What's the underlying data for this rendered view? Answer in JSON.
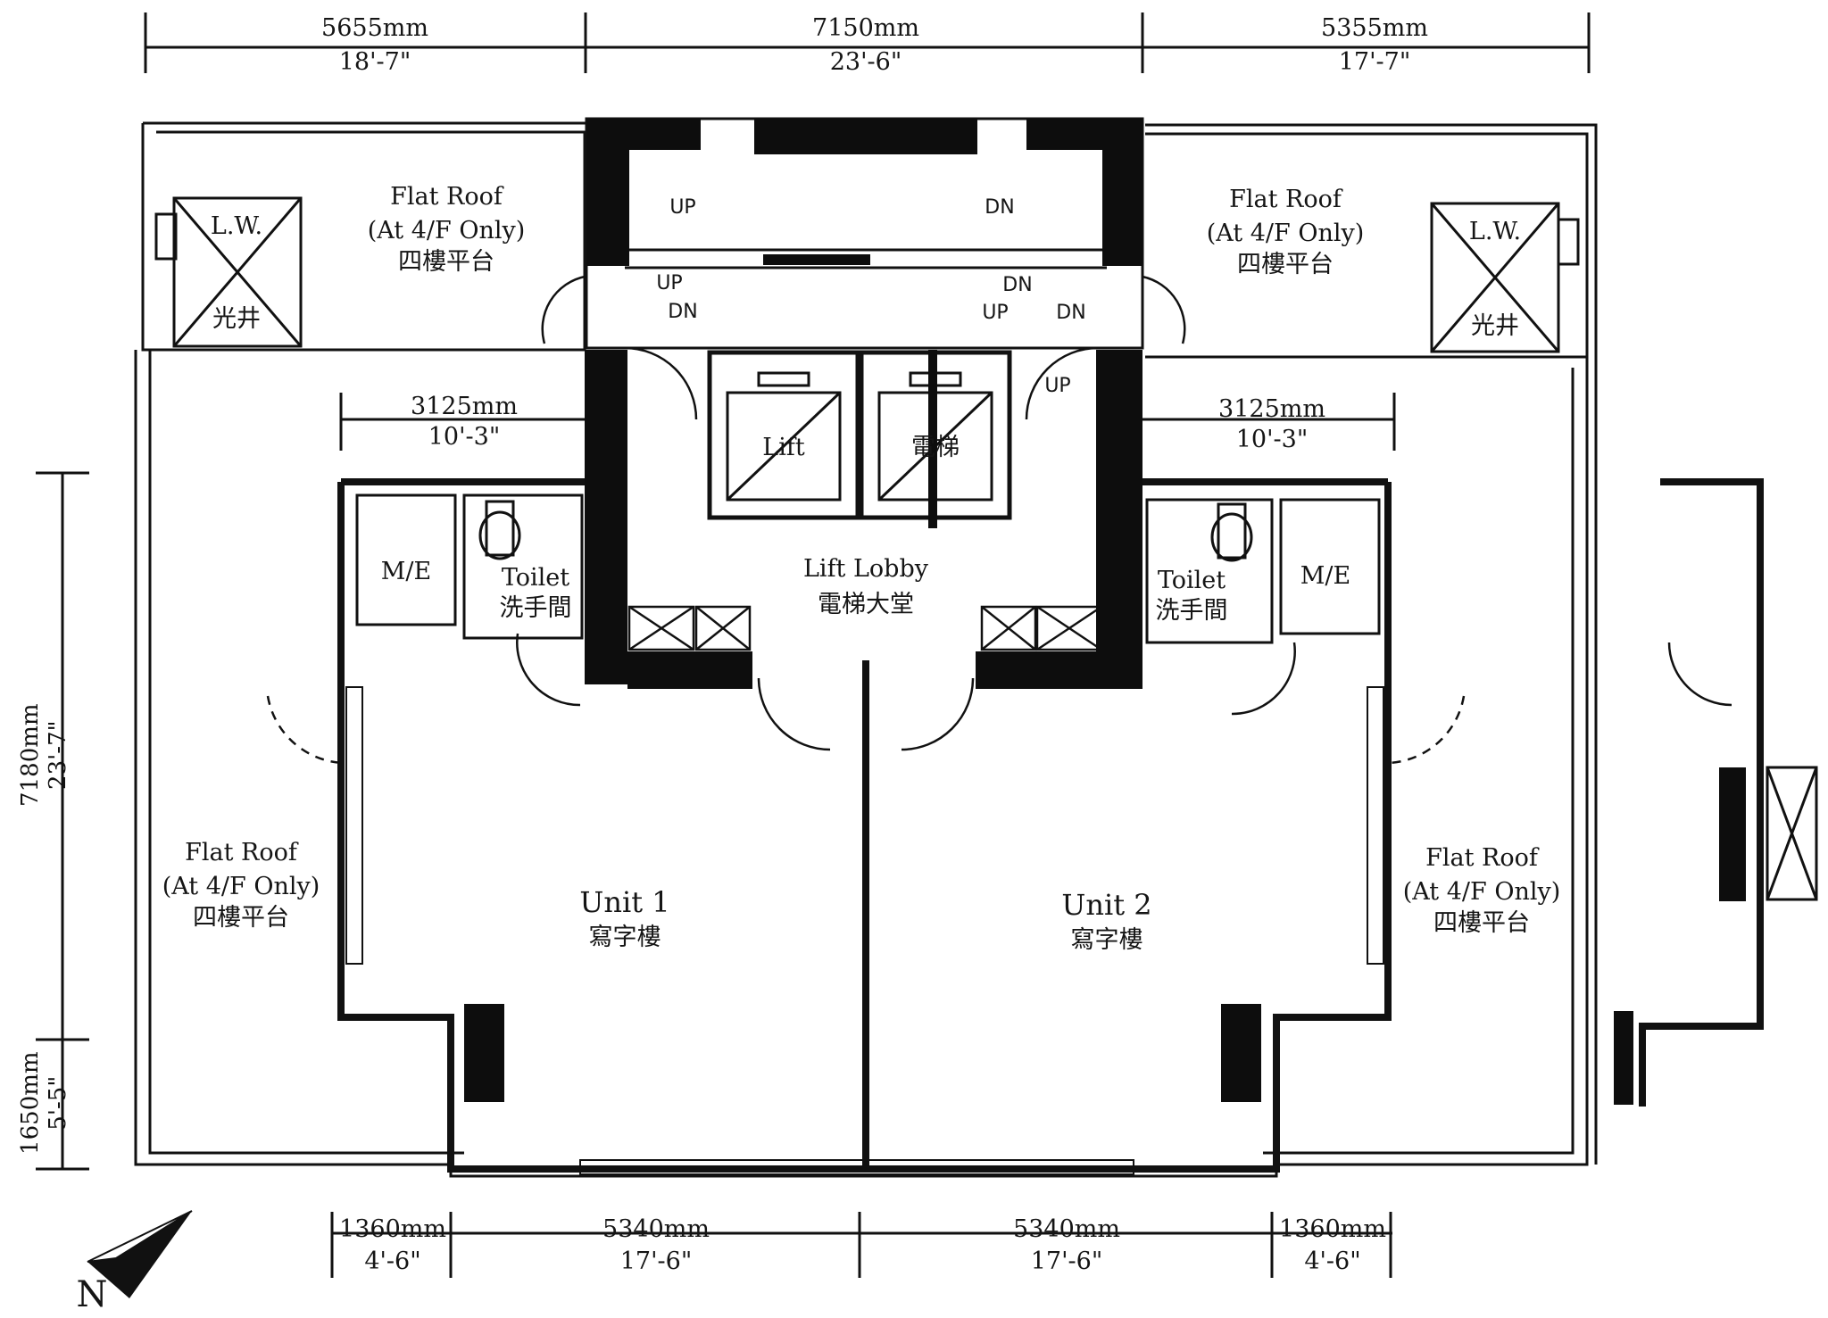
{
  "dimensions": {
    "top": [
      {
        "mm": "5655mm",
        "ft": "18'-7\""
      },
      {
        "mm": "7150mm",
        "ft": "23'-6\""
      },
      {
        "mm": "5355mm",
        "ft": "17'-7\""
      }
    ],
    "inner_left": {
      "mm": "3125mm",
      "ft": "10'-3\""
    },
    "inner_right": {
      "mm": "3125mm",
      "ft": "10'-3\""
    },
    "left_vertical": [
      {
        "mm": "7180mm",
        "ft": "23'-7\""
      },
      {
        "mm": "1650mm",
        "ft": "5'-5\""
      }
    ],
    "bottom": [
      {
        "mm": "1360mm",
        "ft": "4'-6\""
      },
      {
        "mm": "5340mm",
        "ft": "17'-6\""
      },
      {
        "mm": "5340mm",
        "ft": "17'-6\""
      },
      {
        "mm": "1360mm",
        "ft": "4'-6\""
      }
    ]
  },
  "rooms": {
    "flat_roof": {
      "en": "Flat Roof",
      "note": "(At 4/F Only)",
      "cn": "四樓平台"
    },
    "lw": {
      "en": "L.W.",
      "cn": "光井"
    },
    "me": "M/E",
    "toilet": {
      "en": "Toilet",
      "cn": "洗手間"
    },
    "lift": {
      "en": "Lift",
      "cn": "電梯"
    },
    "lobby": {
      "en": "Lift Lobby",
      "cn": "電梯大堂"
    },
    "unit1": {
      "en": "Unit 1",
      "cn": "寫字樓"
    },
    "unit2": {
      "en": "Unit 2",
      "cn": "寫字樓"
    }
  },
  "stairs": {
    "up": "UP",
    "dn": "DN"
  },
  "compass": {
    "label": "N"
  },
  "colors": {
    "line": "#111111",
    "wall": "#0d0d0d",
    "paper": "#ffffff"
  }
}
